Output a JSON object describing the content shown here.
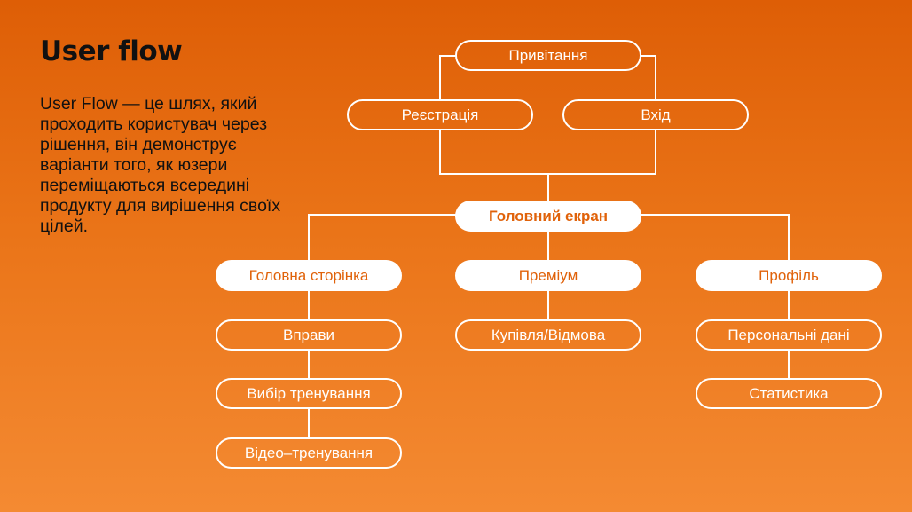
{
  "slide": {
    "title": "User flow",
    "description": "User Flow — це шлях, який проходить користувач через рішення, він демонструє варіанти того, як юзери переміщаються всередині продукту для вирішення своїх цілей."
  },
  "diagram": {
    "greeting": "Привітання",
    "registration": "Реєстрація",
    "login": "Вхід",
    "main_screen": "Головний екран",
    "home_page": "Головна сторінка",
    "premium": "Преміум",
    "profile": "Профіль",
    "exercises": "Вправи",
    "workout_choice": "Вибір тренування",
    "video_workout": "Відео–тренування",
    "purchase_decline": "Купівля/Відмова",
    "personal_data": "Персональні дані",
    "statistics": "Статистика"
  },
  "colors": {
    "background_top": "#de5e06",
    "background_bottom": "#f48a32",
    "accent_text": "#e0620a",
    "line": "#ffffff"
  }
}
